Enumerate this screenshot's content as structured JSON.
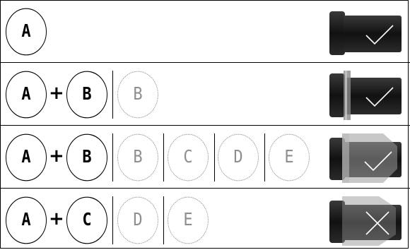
{
  "rows": [
    {
      "primary": [
        {
          "letter": "A",
          "style": "solid"
        }
      ],
      "alternatives": [],
      "result": "check-icon"
    },
    {
      "primary": [
        {
          "letter": "A",
          "style": "solid"
        },
        {
          "letter": "B",
          "style": "solid"
        }
      ],
      "operator": "+",
      "alternatives": [
        {
          "letter": "B",
          "style": "ghost"
        }
      ],
      "result": "check-icon"
    },
    {
      "primary": [
        {
          "letter": "A",
          "style": "solid"
        },
        {
          "letter": "B",
          "style": "solid"
        }
      ],
      "operator": "+",
      "alternatives": [
        {
          "letter": "B",
          "style": "ghost"
        },
        {
          "letter": "C",
          "style": "ghost"
        },
        {
          "letter": "D",
          "style": "ghost"
        },
        {
          "letter": "E",
          "style": "ghost"
        }
      ],
      "result": "check-icon"
    },
    {
      "primary": [
        {
          "letter": "A",
          "style": "solid"
        },
        {
          "letter": "C",
          "style": "solid"
        }
      ],
      "operator": "+",
      "alternatives": [
        {
          "letter": "D",
          "style": "ghost"
        },
        {
          "letter": "E",
          "style": "ghost"
        }
      ],
      "result": "cross-icon"
    }
  ],
  "colors": {
    "ink": "#000000",
    "ghost": "#8e8e8e",
    "part_dark": "#1c1c1c",
    "part_light": "#9a9a9a"
  }
}
